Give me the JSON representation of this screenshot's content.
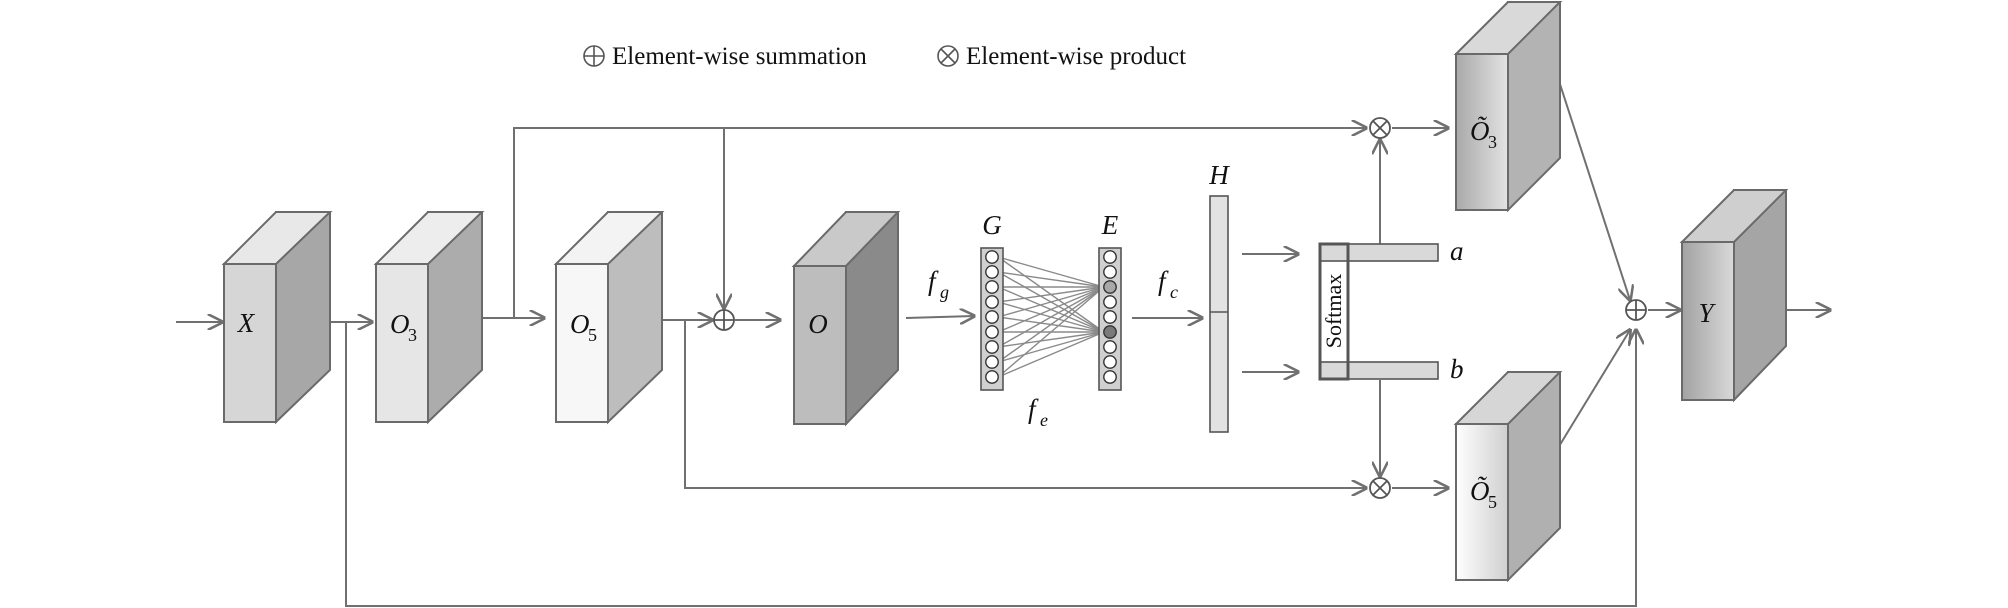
{
  "legend": {
    "sum_label": "Element-wise summation",
    "product_label": "Element-wise product"
  },
  "blocks": {
    "x": "X",
    "o3": "O",
    "o3_sub": "3",
    "o5": "O",
    "o5_sub": "5",
    "o": "O",
    "o3_tilde": "Õ",
    "o3_tilde_sub": "3",
    "o5_tilde": "Õ",
    "o5_tilde_sub": "5",
    "y": "Y"
  },
  "functions": {
    "fg": "f",
    "fg_sub": "g",
    "fe": "f",
    "fe_sub": "e",
    "fc": "f",
    "fc_sub": "c"
  },
  "layers": {
    "g": "G",
    "e": "E",
    "h": "H"
  },
  "softmax": {
    "label": "Softmax",
    "a": "a",
    "b": "b"
  },
  "colors": {
    "line": "#707070",
    "block_stroke": "#6a6a6a",
    "x_front": "#d6d6d6",
    "o3_front": "#e6e6e6",
    "o5_front": "#f7f7f7",
    "o_front": "#bdbdbd"
  }
}
